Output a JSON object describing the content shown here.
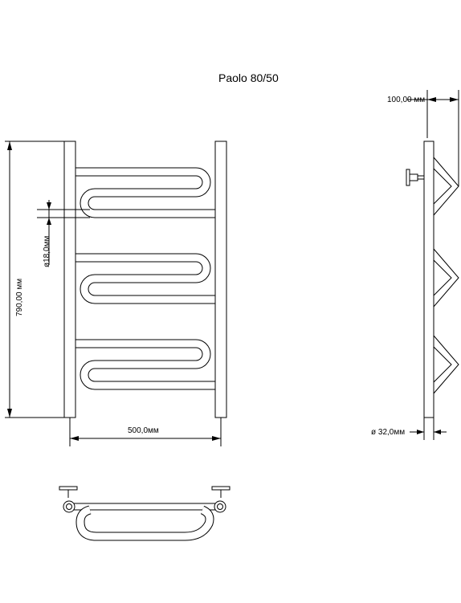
{
  "title": "Paolo 80/50",
  "dimensions": {
    "height": "790,00 мм",
    "width": "500,0мм",
    "pipe_diameter": "ø18,0мм",
    "depth": "100,00 мм",
    "post_diameter": "ø 32,0мм"
  },
  "colors": {
    "stroke": "#000000",
    "background": "#ffffff"
  }
}
